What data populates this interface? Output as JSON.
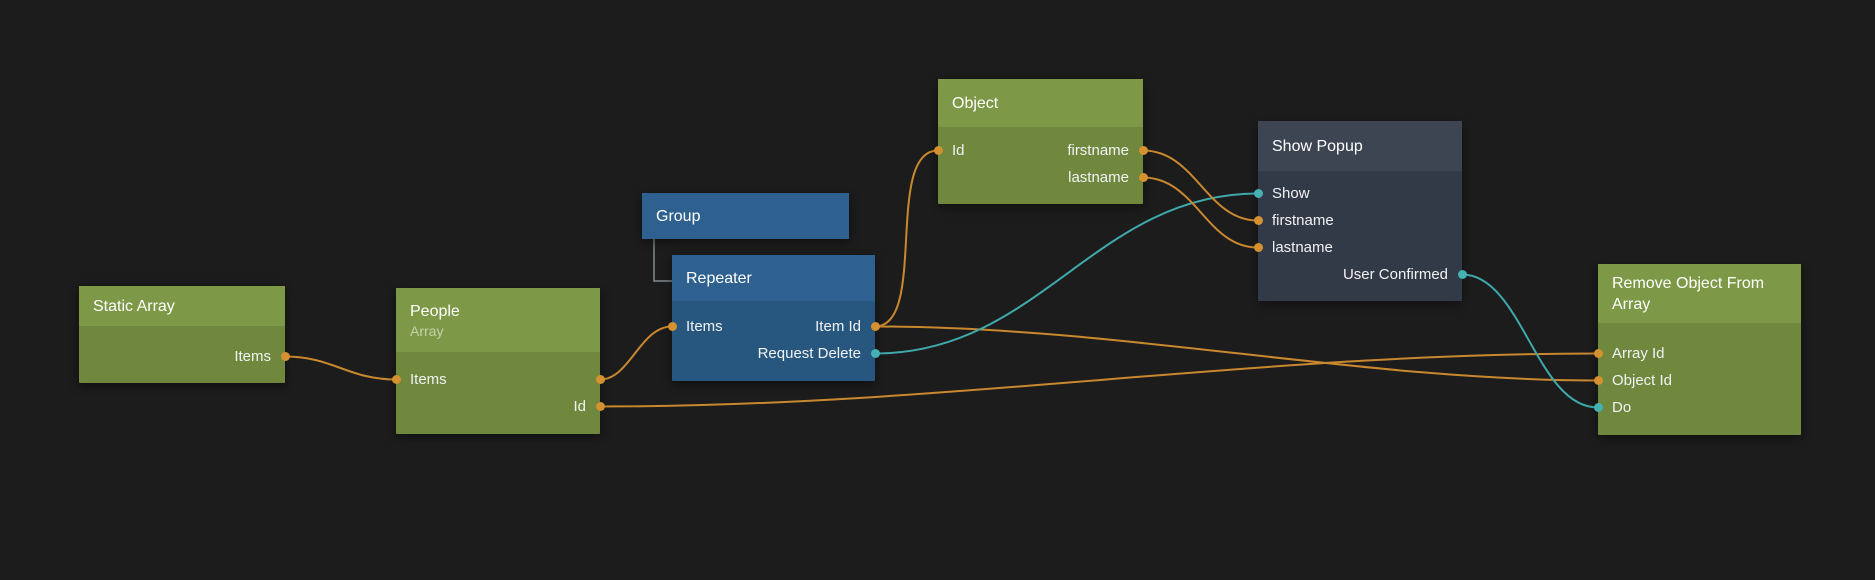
{
  "canvas": {
    "background": "#1c1c1c"
  },
  "palette": {
    "canvas_bg": "#1c1c1c",
    "data_wire": "#c9882e",
    "signal_wire": "#3fa9ab",
    "data_port": "#d4912f",
    "signal_port": "#45b1b3",
    "green_node_header": "#7d9947",
    "green_node_body": "#6f883e",
    "blue_node_header": "#2e6190",
    "blue_node_body": "#27567f",
    "dark_node_header": "#3d4452",
    "dark_node_body": "#333a47"
  },
  "nodes": {
    "static_array": {
      "title": "Static Array",
      "outputs": [
        {
          "label": "Items",
          "type": "data"
        }
      ]
    },
    "people": {
      "title": "People",
      "subtitle": "Array",
      "inputs": [
        {
          "label": "Items",
          "type": "data"
        }
      ],
      "outputs": [
        {
          "label": "Id",
          "type": "data"
        }
      ]
    },
    "group": {
      "title": "Group"
    },
    "repeater": {
      "title": "Repeater",
      "inputs": [
        {
          "label": "Items",
          "type": "data"
        }
      ],
      "outputs": [
        {
          "label": "Item Id",
          "type": "data"
        },
        {
          "label": "Request Delete",
          "type": "signal"
        }
      ]
    },
    "object": {
      "title": "Object",
      "inputs": [
        {
          "label": "Id",
          "type": "data"
        }
      ],
      "outputs": [
        {
          "label": "firstname",
          "type": "data"
        },
        {
          "label": "lastname",
          "type": "data"
        }
      ]
    },
    "show_popup": {
      "title": "Show Popup",
      "inputs": [
        {
          "label": "Show",
          "type": "signal"
        },
        {
          "label": "firstname",
          "type": "data"
        },
        {
          "label": "lastname",
          "type": "data"
        }
      ],
      "outputs": [
        {
          "label": "User Confirmed",
          "type": "signal"
        }
      ]
    },
    "remove_object_from_array": {
      "title": "Remove Object From Array",
      "inputs": [
        {
          "label": "Array Id",
          "type": "data"
        },
        {
          "label": "Object Id",
          "type": "data"
        },
        {
          "label": "Do",
          "type": "signal"
        }
      ]
    }
  },
  "connections": [
    {
      "from": "Static Array.Items",
      "to": "People.Items",
      "type": "data"
    },
    {
      "from": "People.Items",
      "to": "Repeater.Items",
      "type": "data"
    },
    {
      "from": "People.Id",
      "to": "Remove Object From Array.Array Id",
      "type": "data"
    },
    {
      "from": "Repeater.Item Id",
      "to": "Object.Id",
      "type": "data"
    },
    {
      "from": "Repeater.Item Id",
      "to": "Remove Object From Array.Object Id",
      "type": "data"
    },
    {
      "from": "Repeater.Request Delete",
      "to": "Show Popup.Show",
      "type": "signal"
    },
    {
      "from": "Object.firstname",
      "to": "Show Popup.firstname",
      "type": "data"
    },
    {
      "from": "Object.lastname",
      "to": "Show Popup.lastname",
      "type": "data"
    },
    {
      "from": "Show Popup.User Confirmed",
      "to": "Remove Object From Array.Do",
      "type": "signal"
    },
    {
      "from": "Group",
      "to": "Repeater",
      "type": "child"
    }
  ]
}
